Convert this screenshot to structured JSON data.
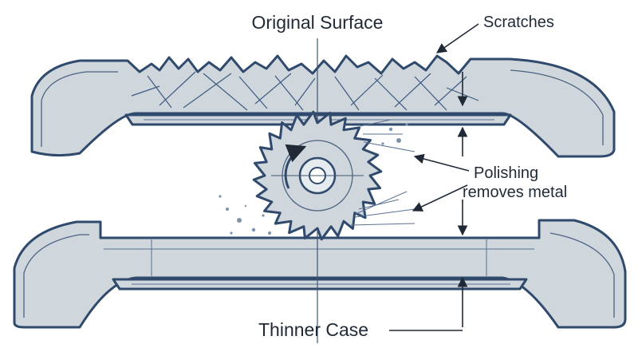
{
  "labels": {
    "original_surface": "Original Surface",
    "scratches": "Scratches",
    "polishing_line1": "Polishing",
    "polishing_line2": "removes metal",
    "thinner_case": "Thinner Case"
  },
  "colors": {
    "outline": "#2f4a6c",
    "metal_fill": "#cfd6dc",
    "wheel_fill": "#c5cdd5",
    "text": "#1f2a36"
  },
  "icons": {
    "rotation": "rotation-arrow-icon"
  }
}
